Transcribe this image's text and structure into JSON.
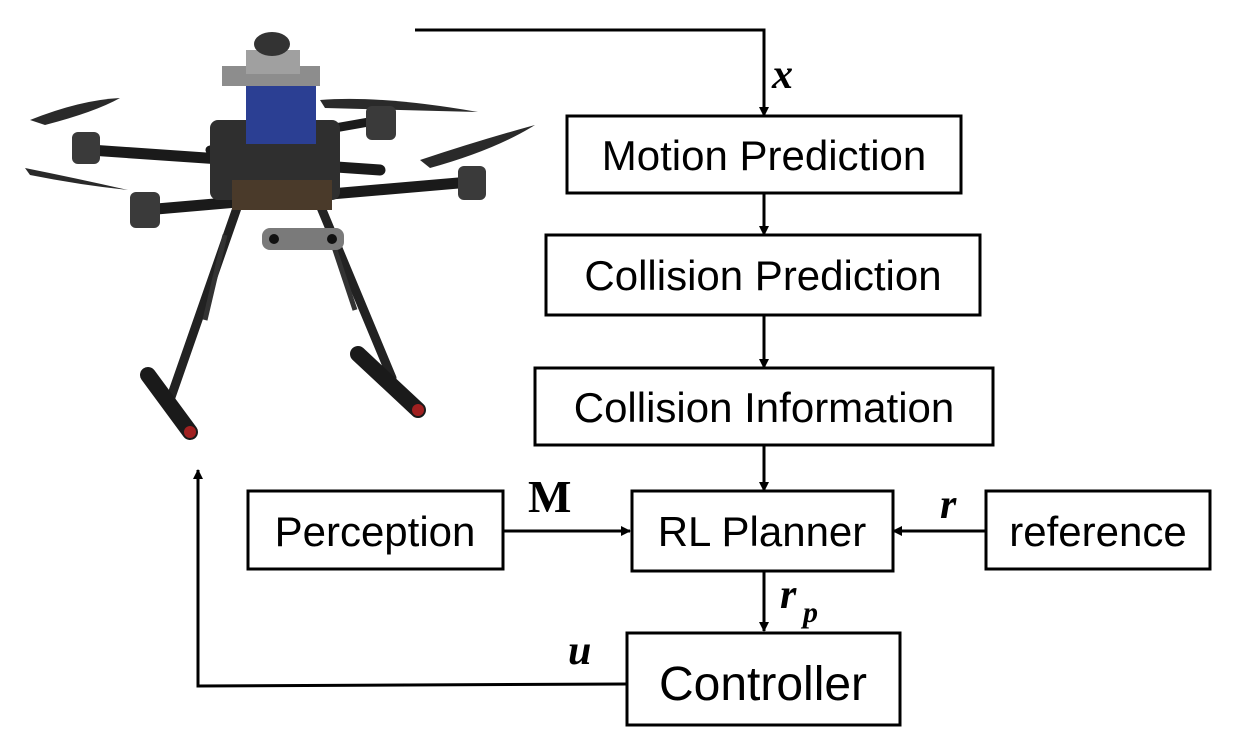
{
  "blocks": {
    "motion_prediction": "Motion Prediction",
    "collision_prediction": "Collision Prediction",
    "collision_information": "Collision Information",
    "perception": "Perception",
    "rl_planner": "RL Planner",
    "reference": "reference",
    "controller": "Controller"
  },
  "signals": {
    "state": "x",
    "map": "M",
    "reference": "r",
    "planned_ref_base": "r",
    "planned_ref_sub": "p",
    "control": "u"
  },
  "image": {
    "subject": "quadrotor-drone-photo"
  }
}
